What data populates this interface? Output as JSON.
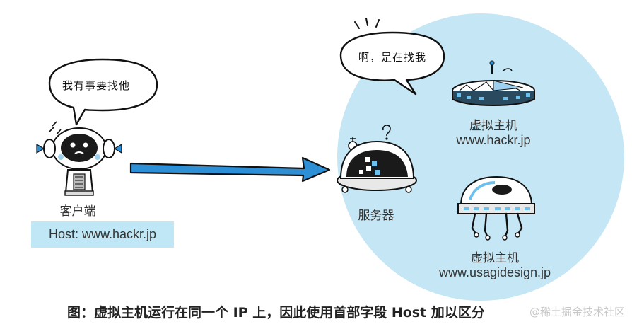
{
  "client": {
    "speech": "我有事要找他",
    "label": "客户端",
    "host_header": "Host: www.hackr.jp"
  },
  "server": {
    "speech": "啊，是在找我",
    "label": "服务器"
  },
  "virtual_hosts": [
    {
      "label": "虚拟主机",
      "domain": "www.hackr.jp"
    },
    {
      "label": "虚拟主机",
      "domain": "www.usagidesign.jp"
    }
  ],
  "caption": "图：虚拟主机运行在同一个 IP 上，因此使用首部字段 Host 加以区分",
  "watermark": "@稀土掘金技术社区",
  "colors": {
    "server_circle": "#c4e6f5",
    "arrow": "#2d8fd6",
    "host_box": "#bfe7f6"
  }
}
